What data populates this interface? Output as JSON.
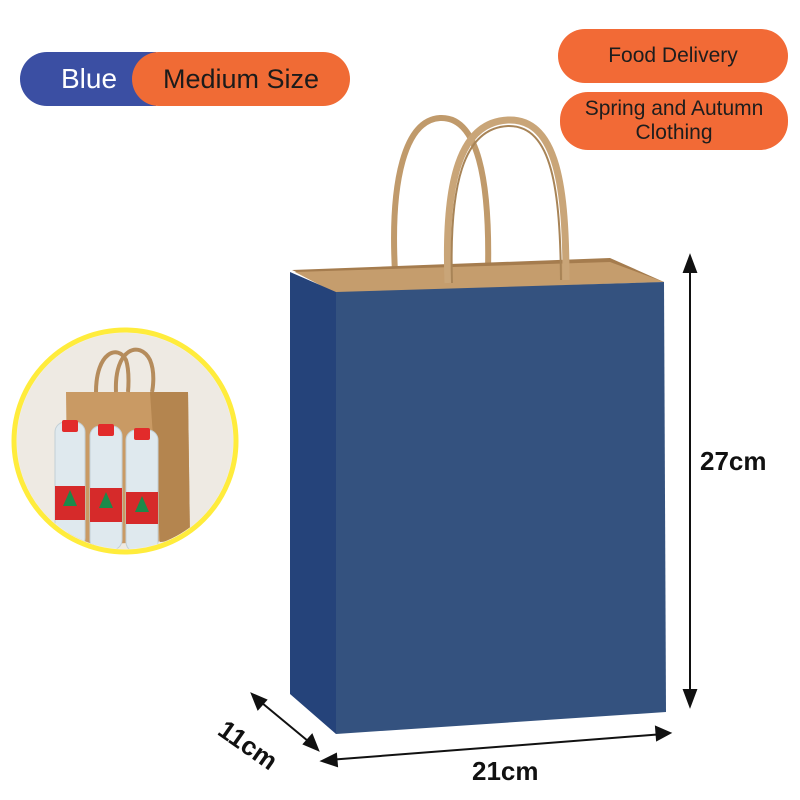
{
  "badge": {
    "color_label": "Blue",
    "size_label": "Medium Size"
  },
  "tags": {
    "food": "Food Delivery",
    "spring_line1": "Spring and Autumn",
    "spring_line2": "Clothing"
  },
  "dimensions": {
    "height": "27cm",
    "width": "21cm",
    "depth": "11cm"
  },
  "colors": {
    "bag_blue": "#34527f",
    "bag_side": "#25437a",
    "kraft": "#b88d5f",
    "accent_orange": "#f26a36",
    "badge_blue": "#3b4fa3",
    "inset_ring": "#ffec3c"
  }
}
